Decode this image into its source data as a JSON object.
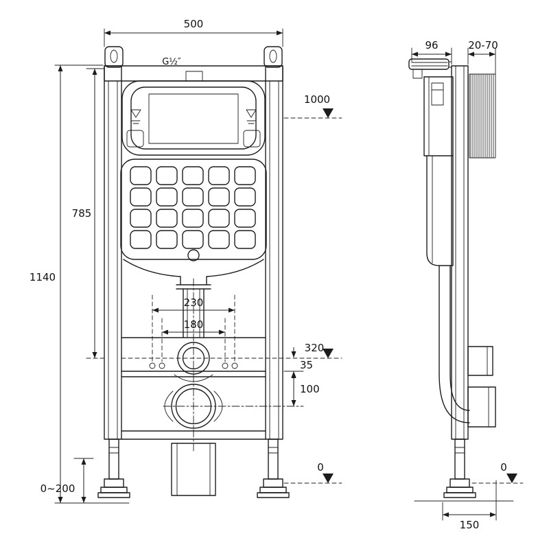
{
  "front": {
    "width_500": "500",
    "inlet_thread": "G½″",
    "level_1000": "1000",
    "height_785": "785",
    "height_1140": "1140",
    "spacing_230": "230",
    "spacing_180": "180",
    "level_320": "320",
    "offset_35": "35",
    "offset_100": "100",
    "level_0": "0",
    "foot_range": "0~200"
  },
  "side": {
    "depth_96": "96",
    "wall_range": "20-70",
    "level_0": "0",
    "depth_150": "150"
  }
}
